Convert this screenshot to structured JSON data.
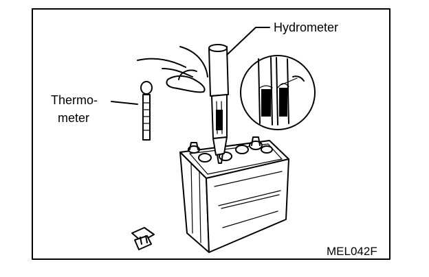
{
  "labels": {
    "hydrometer": "Hydrometer",
    "thermometer_line1": "Thermo-",
    "thermometer_line2": "meter",
    "figure_code": "MEL042F"
  }
}
